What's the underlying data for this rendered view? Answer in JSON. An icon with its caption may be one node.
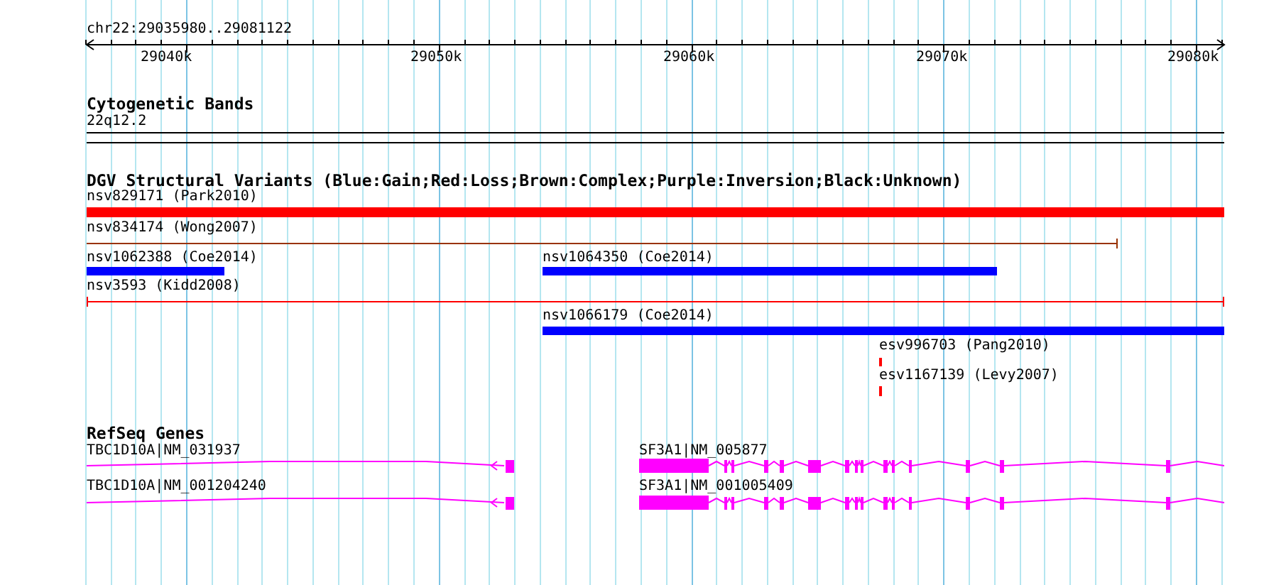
{
  "diagram": {
    "labels": [
      "chr22:29035980..29081122",
      "29040k",
      "29050k",
      "29060k",
      "29070k",
      "29080k",
      "Cytogenetic Bands",
      "22q12.2",
      "DGV Structural Variants (Blue:Gain;Red:Loss;Brown:Complex;Purple:Inversion;Black:Unknown)",
      "nsv829171 (Park2010)",
      "nsv834174 (Wong2007)",
      "nsv1062388 (Coe2014)",
      "nsv1064350 (Coe2014)",
      "nsv3593 (Kidd2008)",
      "nsv1066179 (Coe2014)",
      "esv996703 (Pang2010)",
      "esv1167139 (Levy2007)",
      "RefSeq Genes",
      "TBC1D10A|NM_031937",
      "SF3A1|NM_005877",
      "TBC1D10A|NM_001204240",
      "SF3A1|NM_001005409"
    ]
  }
}
